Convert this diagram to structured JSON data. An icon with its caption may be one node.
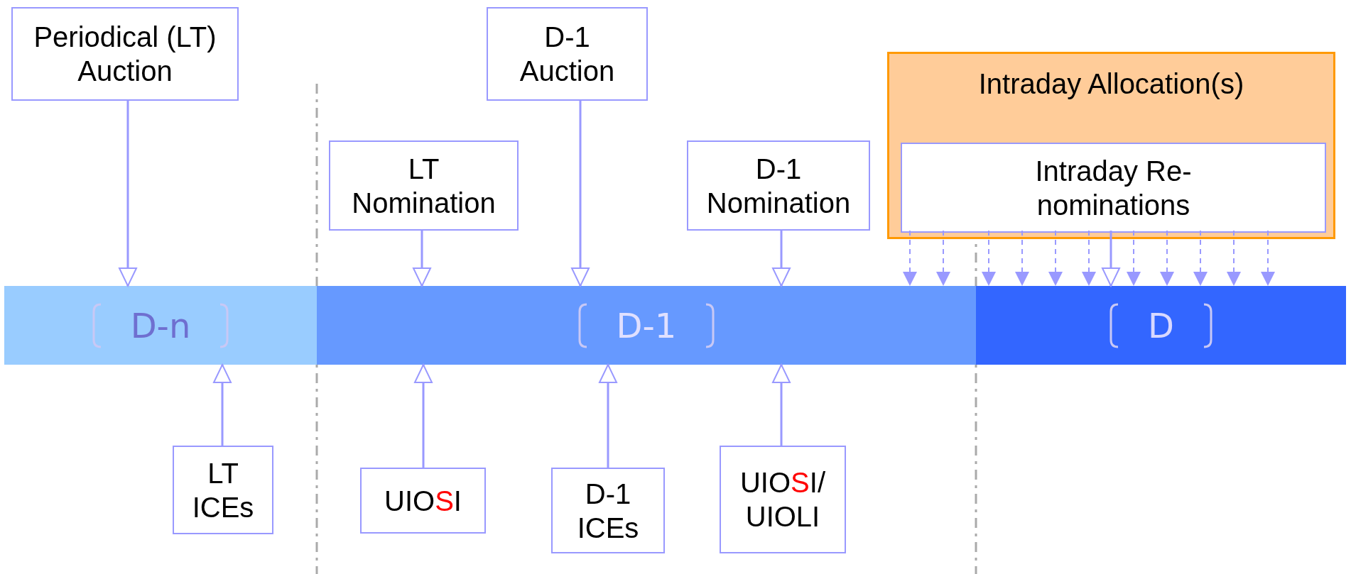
{
  "diagram": {
    "nodes": [
      {
        "text": [
          "Periodical (LT) Auction"
        ]
      },
      {
        "text": [
          "D-1 Auction"
        ]
      },
      {
        "text": [
          "Intraday Allocation(s)"
        ]
      },
      {
        "text": [
          "LT Nomination"
        ]
      },
      {
        "text": [
          "D-1 Nomination"
        ]
      },
      {
        "text": [
          "Intraday Re-nominations"
        ],
        "in": 2
      },
      {
        "text": [
          "D-n"
        ]
      },
      {
        "text": [
          "D-1"
        ]
      },
      {
        "text": [
          "D"
        ]
      },
      {
        "text": [
          "LT ICEs"
        ]
      },
      {
        "text": [
          "UIO**S**I"
        ]
      },
      {
        "text": [
          "D-1 ICEs"
        ]
      },
      {
        "text": [
          "UIO**S**I/ UIOLI"
        ]
      }
    ],
    "edges": [
      {
        "from": 0,
        "to": 6,
        "arrow": "to"
      },
      {
        "from": 3,
        "to": 7,
        "arrow": "to"
      },
      {
        "from": 1,
        "to": 7,
        "arrow": "to"
      },
      {
        "from": 4,
        "to": 7,
        "arrow": "to"
      },
      {
        "from": 5,
        "to": 8,
        "arrow": "to"
      },
      {
        "from": 5,
        "to": 7,
        "arrow": "to",
        "style": "dashed"
      },
      {
        "from": 5,
        "to": 7,
        "arrow": "to",
        "style": "dashed"
      },
      {
        "from": 5,
        "to": 8,
        "arrow": "to",
        "style": "dashed"
      },
      {
        "from": 5,
        "to": 8,
        "arrow": "to",
        "style": "dashed"
      },
      {
        "from": 5,
        "to": 8,
        "arrow": "to",
        "style": "dashed"
      },
      {
        "from": 5,
        "to": 8,
        "arrow": "to",
        "style": "dashed"
      },
      {
        "from": 5,
        "to": 8,
        "arrow": "to",
        "style": "dashed"
      },
      {
        "from": 5,
        "to": 8,
        "arrow": "to",
        "style": "dashed"
      },
      {
        "from": 5,
        "to": 8,
        "arrow": "to",
        "style": "dashed"
      },
      {
        "from": 5,
        "to": 8,
        "arrow": "to",
        "style": "dashed"
      },
      {
        "from": 5,
        "to": 8,
        "arrow": "to",
        "style": "dashed"
      },
      {
        "from": 9,
        "to": 6,
        "arrow": "to"
      },
      {
        "from": 10,
        "to": 7,
        "arrow": "to"
      },
      {
        "from": 11,
        "to": 7,
        "arrow": "to"
      },
      {
        "from": 12,
        "to": 7,
        "arrow": "to"
      }
    ]
  }
}
